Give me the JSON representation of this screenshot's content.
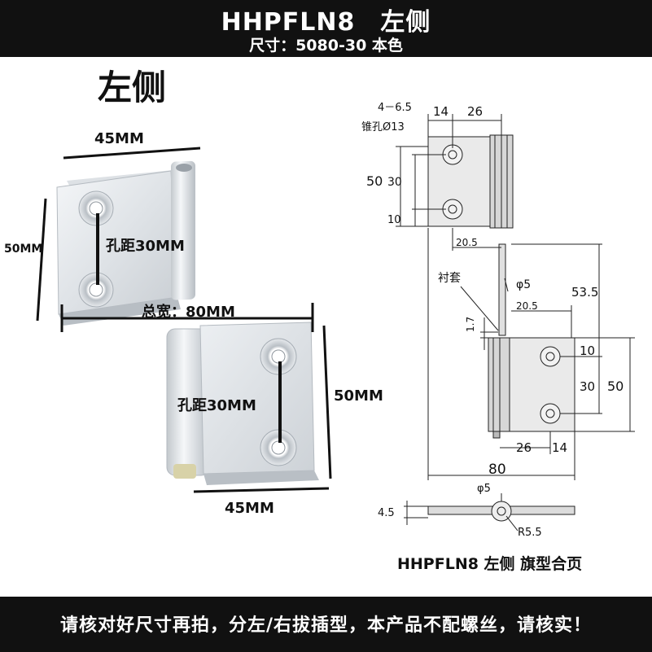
{
  "header": {
    "title": "HHPFLN8　左侧",
    "subtitle": "尺寸：5080-30 本色"
  },
  "photo": {
    "side_label": "左侧",
    "top_width": "45MM",
    "left_height": "50MM",
    "hole_spacing_top": "孔距30MM",
    "total_width": "总宽：80MM",
    "hole_spacing_bottom": "孔距30MM",
    "right_height": "50MM",
    "bottom_width": "45MM"
  },
  "drawing": {
    "holes": "4－6.5",
    "countersink": "锥孔Ø13",
    "d14_top": "14",
    "d26_top": "26",
    "d50_left": "50",
    "d30_left": "30",
    "d10_left": "10",
    "d20_5_top": "20.5",
    "bushing": "衬套",
    "pin_dia": "φ5",
    "d53_5": "53.5",
    "d1_7": "1.7",
    "d20_5_mid": "20.5",
    "d10_right": "10",
    "d30_right": "30",
    "d50_right": "50",
    "d26_bottom": "26",
    "d14_bottom": "14",
    "d80": "80",
    "section_pin_dia": "φ5",
    "d4_5": "4.5",
    "radius": "R5.5",
    "caption": "HHPFLN8 左侧 旗型合页"
  },
  "footer": {
    "notice": "请核对好尺寸再拍，分左/右拔插型，本产品不配螺丝，请核实！"
  }
}
